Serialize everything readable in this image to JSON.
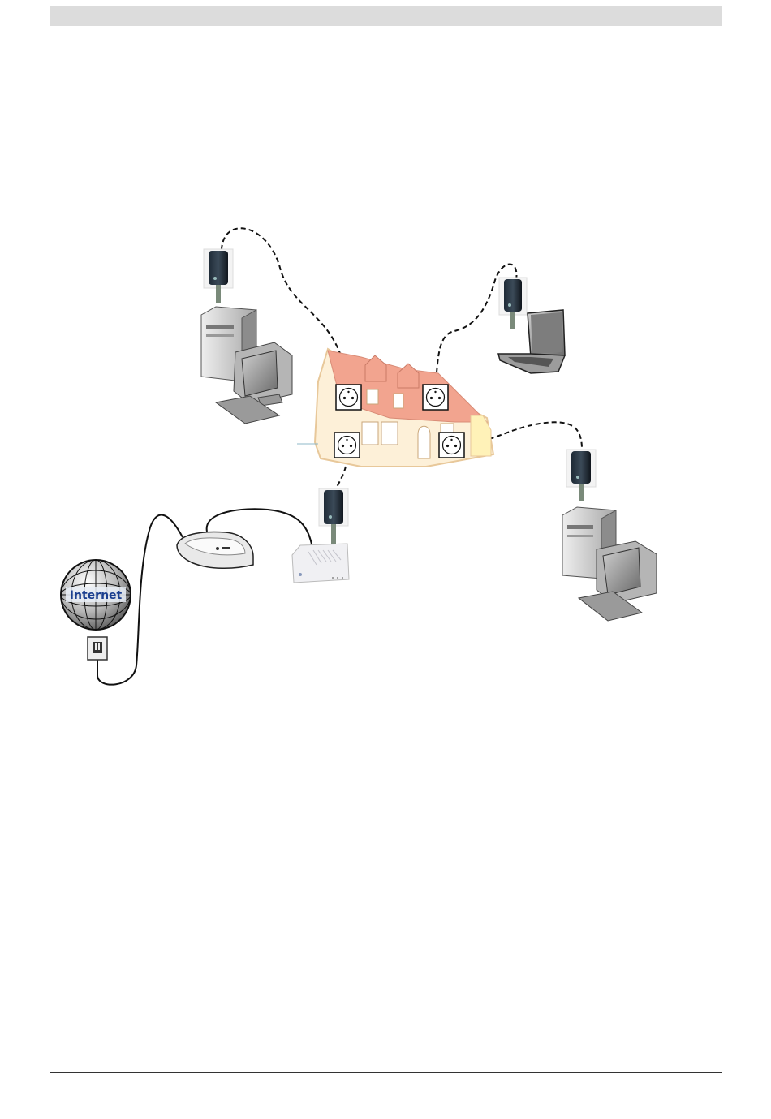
{
  "page": {
    "header_bar_color": "#dcdcdc",
    "footer_rule_color": "#333333"
  },
  "diagram": {
    "globe": {
      "label": "Internet",
      "label_color": "#1b3f8f"
    },
    "house_colors": {
      "roof": "#f2a48f",
      "wall": "#fdf0d8",
      "outline": "#e8c89a"
    },
    "outlet_count": 4,
    "adapter_count": 4,
    "connection_style": "dashed"
  }
}
